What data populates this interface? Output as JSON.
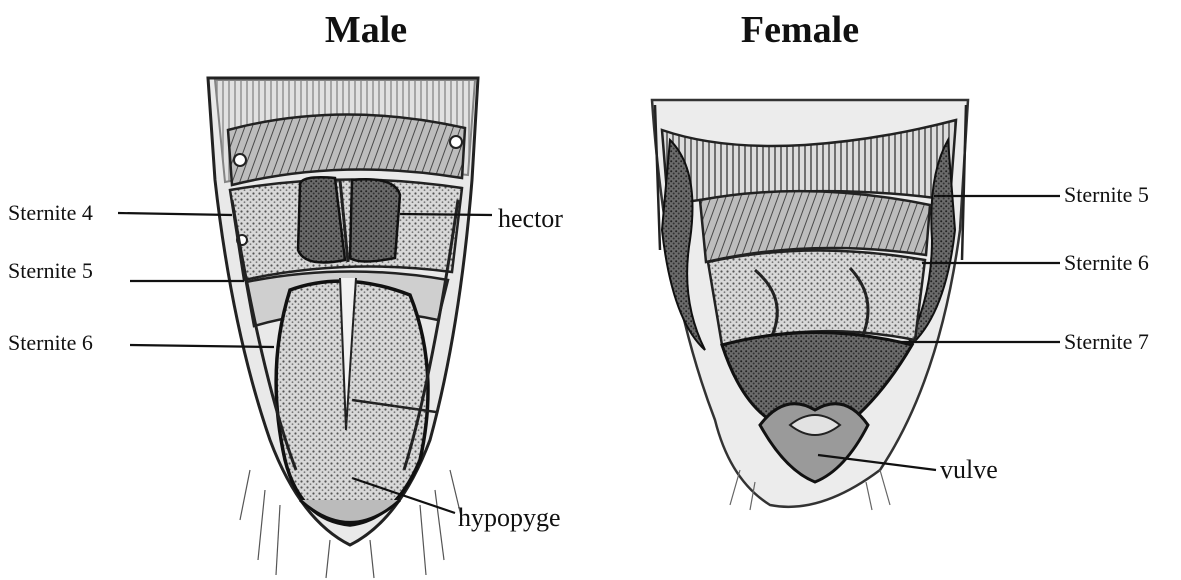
{
  "titles": {
    "male": "Male",
    "female": "Female"
  },
  "male_labels": {
    "sternite4": "Sternite 4",
    "sternite5": "Sternite 5",
    "sternite6": "Sternite 6",
    "hector": "hector",
    "hypopyge": "hypopyge"
  },
  "female_labels": {
    "sternite5": "Sternite 5",
    "sternite6": "Sternite 6",
    "sternite7": "Sternite 7",
    "vulve": "vulve"
  }
}
